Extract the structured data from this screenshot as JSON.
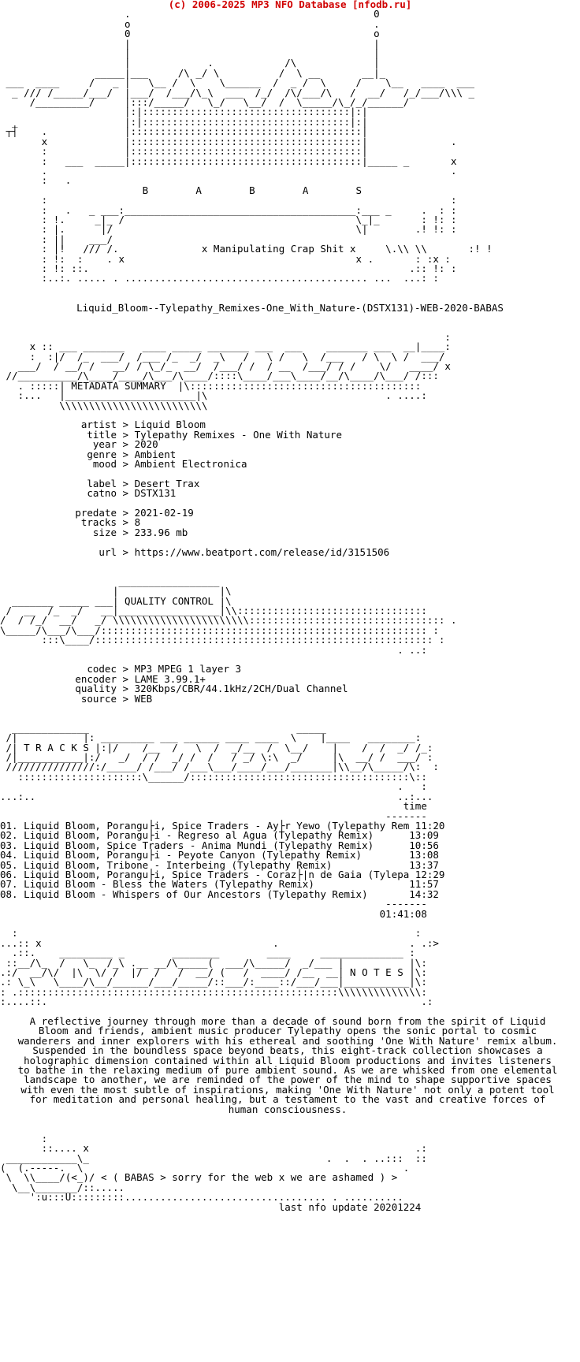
{
  "header": {
    "banner": "(c) 2006-2025 MP3 NFO Database [nfodb.ru]"
  },
  "art": {
    "logo_word": "B        A        B        A        S",
    "logo_tagline": "x Manipulating Crap Shit x"
  },
  "release": {
    "name": "Liquid_Bloom--Tylepathy_Remixes-One_With_Nature-(DSTX131)-WEB-2020-BABAS"
  },
  "sections": {
    "metadata": "METADATA SUMMARY",
    "quality": "QUALITY CONTROL",
    "tracks": "T R A C K S",
    "notes": "N O T E S"
  },
  "metadata": [
    {
      "key": "artist",
      "value": "Liquid Bloom"
    },
    {
      "key": "title",
      "value": "Tylepathy Remixes - One With Nature"
    },
    {
      "key": "year",
      "value": "2020"
    },
    {
      "key": "genre",
      "value": "Ambient"
    },
    {
      "key": "mood",
      "value": "Ambient Electronica"
    },
    {
      "key": "label",
      "value": "Desert Trax"
    },
    {
      "key": "catno",
      "value": "DSTX131"
    },
    {
      "key": "predate",
      "value": "2021-02-19"
    },
    {
      "key": "tracks",
      "value": "8"
    },
    {
      "key": "size",
      "value": "233.96 mb"
    },
    {
      "key": "url",
      "value": "https://www.beatport.com/release/id/3151506"
    }
  ],
  "quality": [
    {
      "key": "codec",
      "value": "MP3 MPEG 1 layer 3"
    },
    {
      "key": "encoder",
      "value": "LAME 3.99.1+"
    },
    {
      "key": "quality",
      "value": "320Kbps/CBR/44.1kHz/2CH/Dual Channel"
    },
    {
      "key": "source",
      "value": "WEB"
    }
  ],
  "tracklist": {
    "time_header": "time",
    "items": [
      {
        "line": "01. Liquid Bloom, Porangu├i, Spice Traders - Ay├r Yewo (Tylepathy Rem 11:20"
      },
      {
        "line": "02. Liquid Bloom, Porangu├i - Regreso al Agua (Tylepathy Remix)      13:09"
      },
      {
        "line": "03. Liquid Bloom, Spice Traders - Anima Mundi (Tylepathy Remix)      10:56"
      },
      {
        "line": "04. Liquid Bloom, Porangu├i - Peyote Canyon (Tylepathy Remix)        13:08"
      },
      {
        "line": "05. Liquid Bloom, Tribone - Interbeing (Tylepathy Remix)             13:37"
      },
      {
        "line": "06. Liquid Bloom, Porangu├i, Spice Traders - Coraz├|n de Gaia (Tylepa 12:29"
      },
      {
        "line": "07. Liquid Bloom - Bless the Waters (Tylepathy Remix)                11:57"
      },
      {
        "line": "08. Liquid Bloom - Whispers of Our Ancestors (Tylepathy Remix)       14:32"
      }
    ],
    "total": "01:41:08"
  },
  "notes": {
    "text": "A reflective journey through more than a decade of sound born from the spirit of Liquid Bloom and friends, ambient music producer Tylepathy opens the sonic portal to cosmic wanderers and inner explorers with his ethereal and soothing 'One With Nature' remix album. Suspended in the boundless space beyond beats, this eight-track collection showcases a holographic dimension contained within all Liquid Bloom productions and invites listeners to bathe in the relaxing medium of pure ambient sound. As we are whisked from one elemental landscape to another, we are reminded of the power of the mind to shape supportive spaces with even the most subtle of inspirations, making 'One With Nature' not only a potent tool for meditation and personal healing, but a testament to the vast and creative forces of human consciousness."
  },
  "footer": {
    "apology": "< ( BABAS > sorry for the web x we are ashamed ) >",
    "last_update": "last nfo update 20201224"
  }
}
